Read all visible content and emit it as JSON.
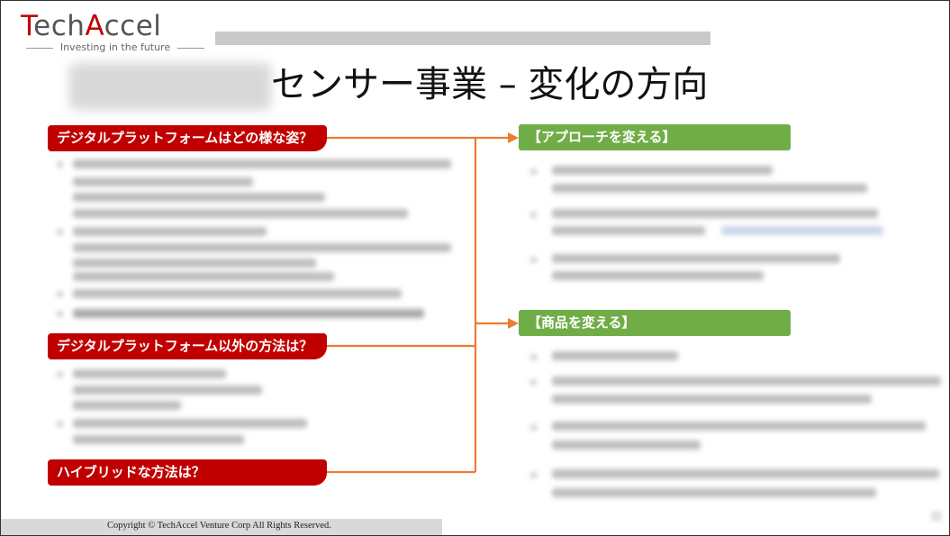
{
  "logo": {
    "name": "TechAccel",
    "tagline": "Investing in the future"
  },
  "title": "センサー事業 – 変化の方向",
  "questions": [
    {
      "label": "デジタルプラットフォームはどの様な姿？"
    },
    {
      "label": "デジタルプラットフォーム以外の方法は？"
    },
    {
      "label": "ハイブリッドな方法は？"
    }
  ],
  "approaches": [
    {
      "label": "【アプローチを変える】"
    },
    {
      "label": "【商品を変える】"
    }
  ],
  "footer": {
    "copyright": "Copyright © TechAccel Venture Corp All Rights Reserved."
  },
  "colors": {
    "question_tag": "#c00000",
    "approach_tag": "#70ad47",
    "connector": "#ed7d31"
  }
}
